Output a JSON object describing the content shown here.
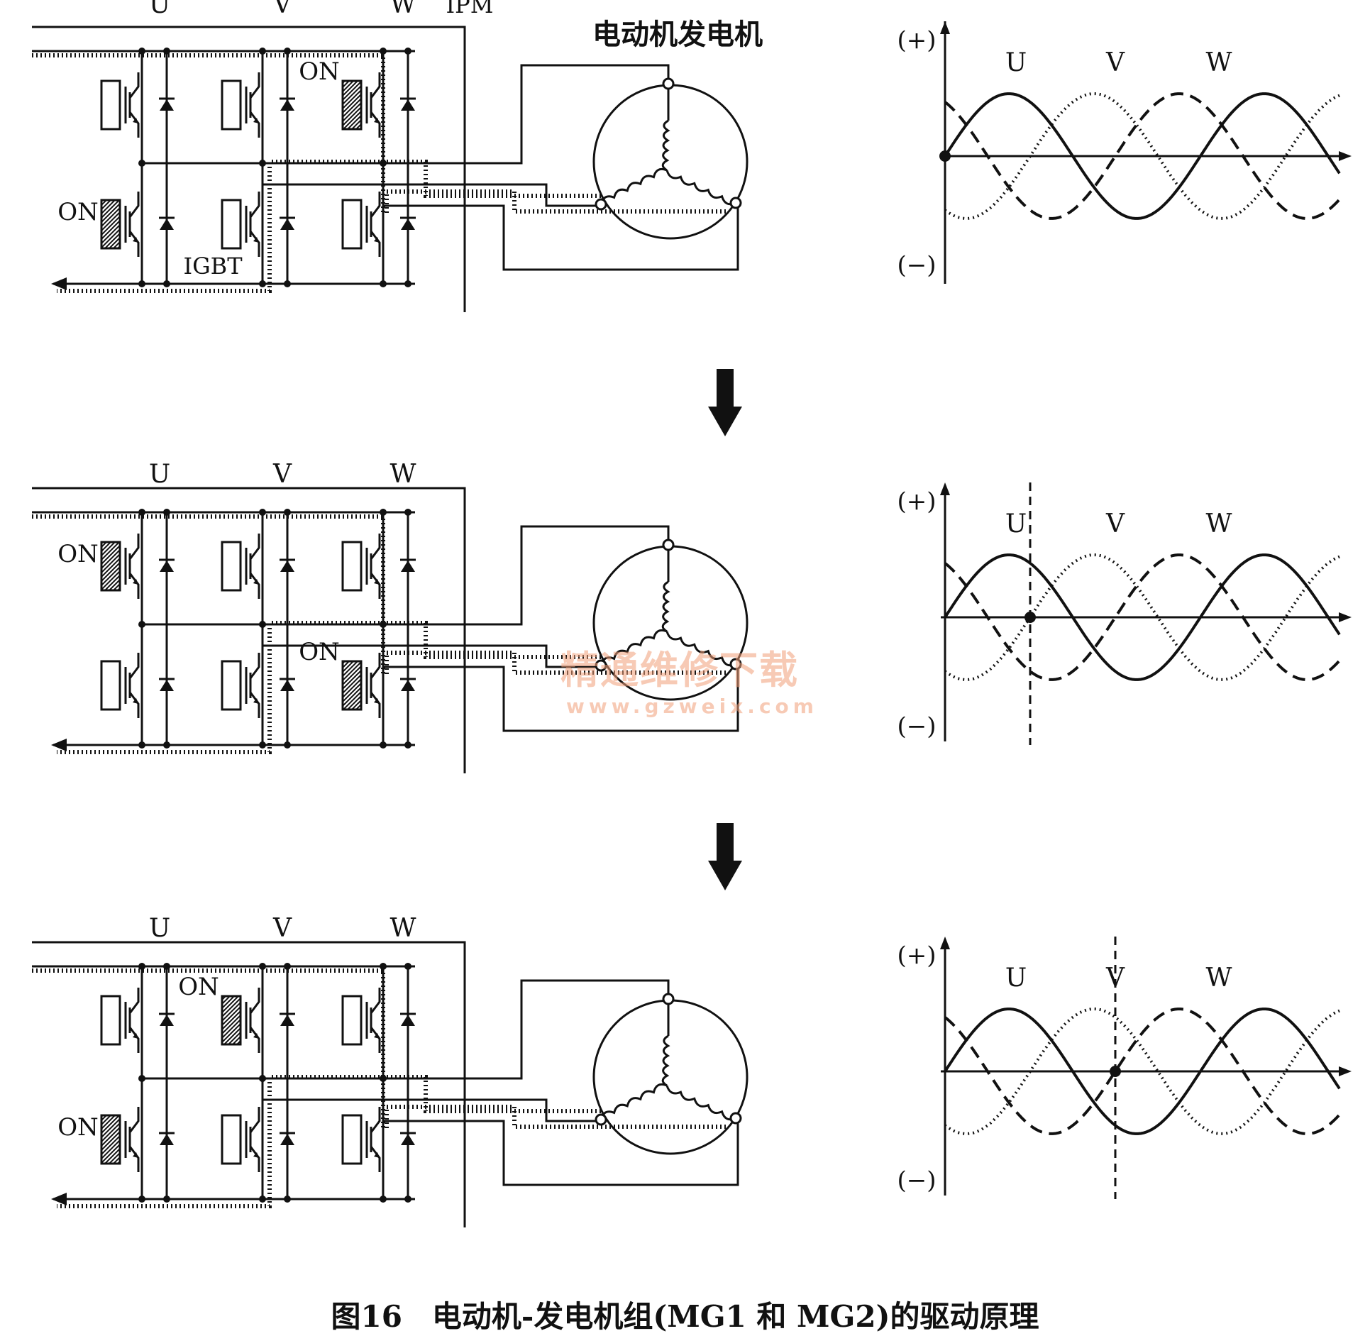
{
  "figure": {
    "caption": "图16　电动机-发电机组(MG1 和 MG2)的驱动原理",
    "motor_title": "电动机发电机",
    "ipm_label": "IPM",
    "igbt_label": "IGBT",
    "on_label": "ON",
    "phases": [
      "U",
      "V",
      "W"
    ],
    "axis_plus": "(+)",
    "axis_minus": "(−)"
  },
  "watermark": {
    "title": "精通维修下载",
    "url": "www.gzweix.com"
  },
  "stages": [
    {
      "on_switches": [
        "W-upper",
        "U-lower"
      ],
      "marker_phase_deg": 0
    },
    {
      "on_switches": [
        "U-upper",
        "W-lower"
      ],
      "marker_phase_deg": 120
    },
    {
      "on_switches": [
        "V-upper",
        "U-lower"
      ],
      "marker_phase_deg": 240
    }
  ],
  "colors": {
    "ink": "#111111",
    "watermark": "#f2a07a"
  }
}
